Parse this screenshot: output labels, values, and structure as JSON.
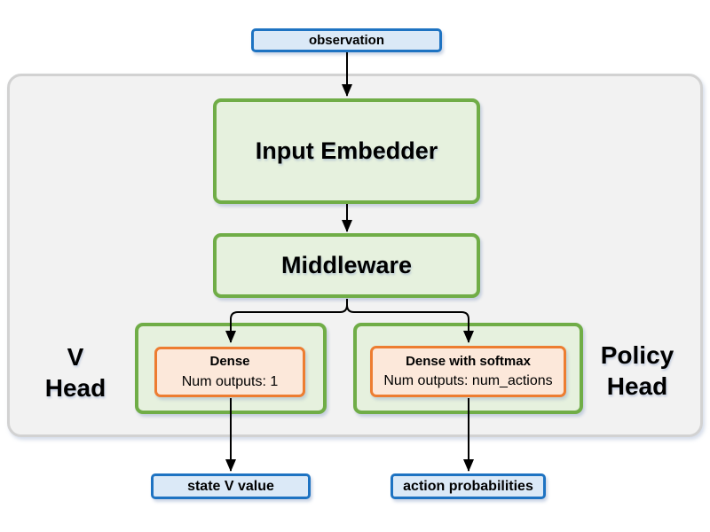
{
  "nodes": {
    "observation": "observation",
    "input_embedder": "Input Embedder",
    "middleware": "Middleware",
    "v_head": {
      "line1": "V",
      "line2": "Head"
    },
    "v_dense": {
      "title": "Dense",
      "subtitle": "Num outputs: 1"
    },
    "policy_head": {
      "line1": "Policy",
      "line2": "Head"
    },
    "policy_dense": {
      "title": "Dense with softmax",
      "subtitle": "Num outputs: num_actions"
    },
    "state_v_value": "state V value",
    "action_probabilities": "action probabilities"
  },
  "colors": {
    "blue_border": "#1e73c2",
    "blue_fill": "#dbe9f7",
    "green_border": "#70ad47",
    "green_fill": "#e6f1de",
    "orange_border": "#ed7d31",
    "orange_fill": "#fce8da",
    "container_fill": "#f2f2f2",
    "container_border": "#d2d2d2",
    "arrow": "#000000",
    "text": "#000000"
  }
}
